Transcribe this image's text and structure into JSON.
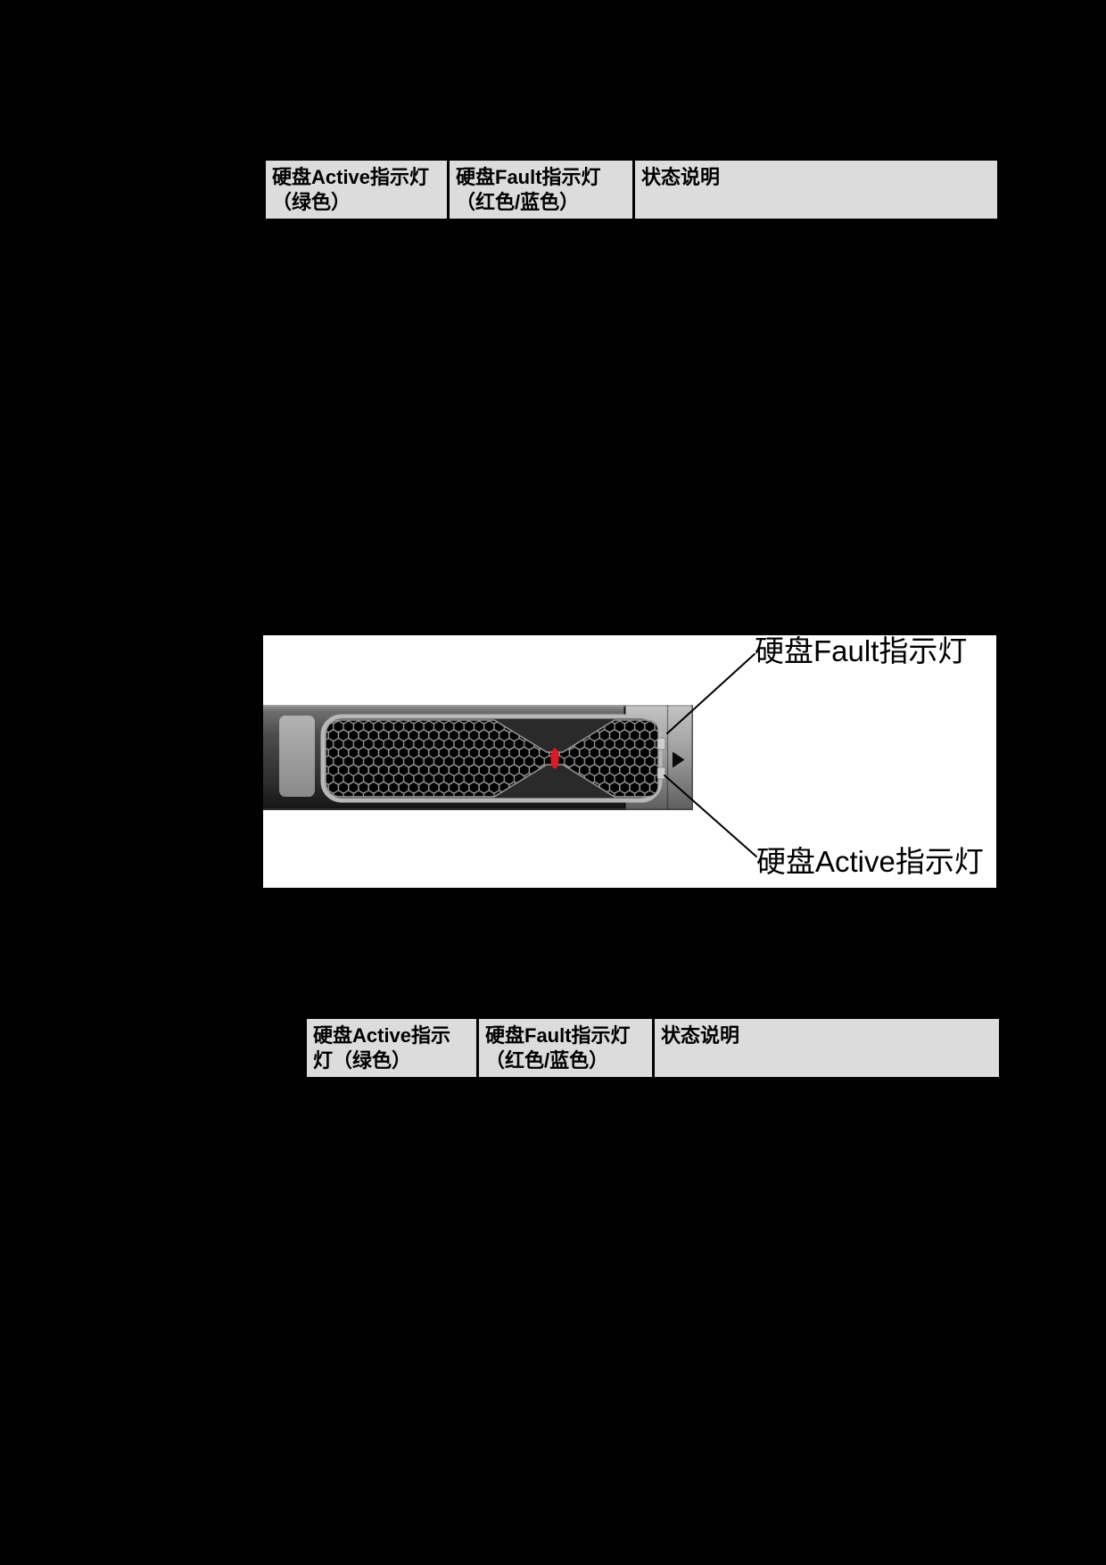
{
  "page": {
    "bg": "#000000",
    "panel_bg": "#ffffff",
    "header_bg": "#dcdcdc"
  },
  "led_status_table_top": {
    "header": [
      {
        "label": "硬盘Active指示灯\n（绿色）"
      },
      {
        "label": "硬盘Fault指示灯\n（红色/蓝色）"
      },
      {
        "label": "状态说明"
      }
    ]
  },
  "figure": {
    "fault_callout": "硬盘Fault指示灯",
    "active_callout": "硬盘Active指示灯",
    "colors": {
      "led_red": "#df1826"
    }
  },
  "led_status_table_bottom": {
    "header": [
      {
        "label": "硬盘Active指示\n灯（绿色）"
      },
      {
        "label": "硬盘Fault指示灯\n（红色/蓝色）"
      },
      {
        "label": "状态说明"
      }
    ]
  }
}
